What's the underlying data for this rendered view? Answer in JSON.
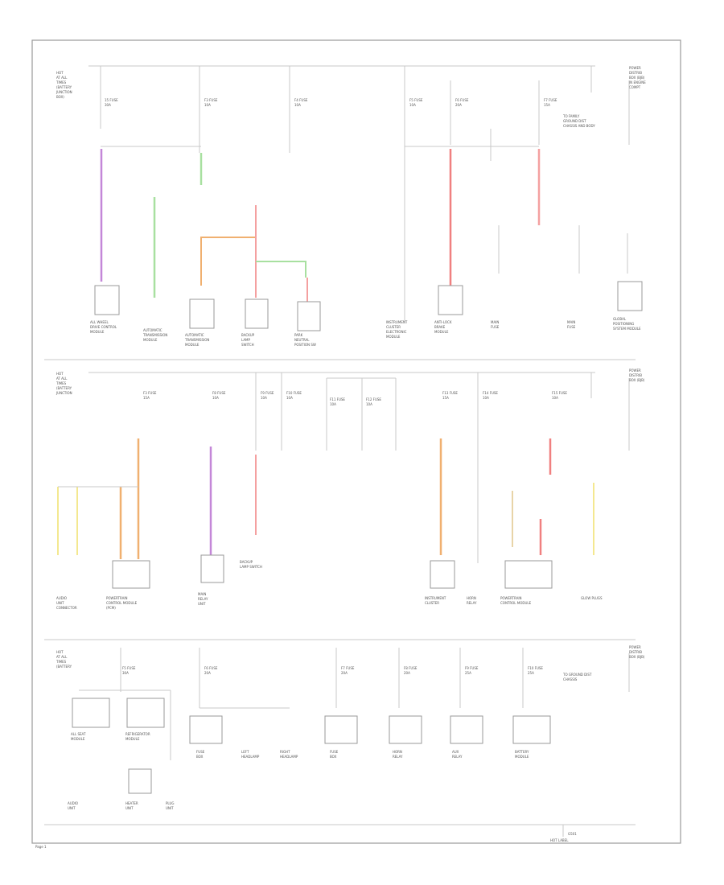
{
  "diagram": {
    "border_color": "#9a9a9a",
    "wire_color": "#c8c8c8",
    "text_color": "#555555",
    "colored_wires": {
      "violet": "#c487d8",
      "green": "#a8e0a0",
      "orange": "#f0b070",
      "pink": "#f4a0a0",
      "red": "#f08080",
      "yellow": "#f4e890",
      "tan": "#e8d4a8"
    },
    "page_label": "Page 1",
    "footer_ground": "G501",
    "footer_ground_label": "HOT LABEL"
  }
}
